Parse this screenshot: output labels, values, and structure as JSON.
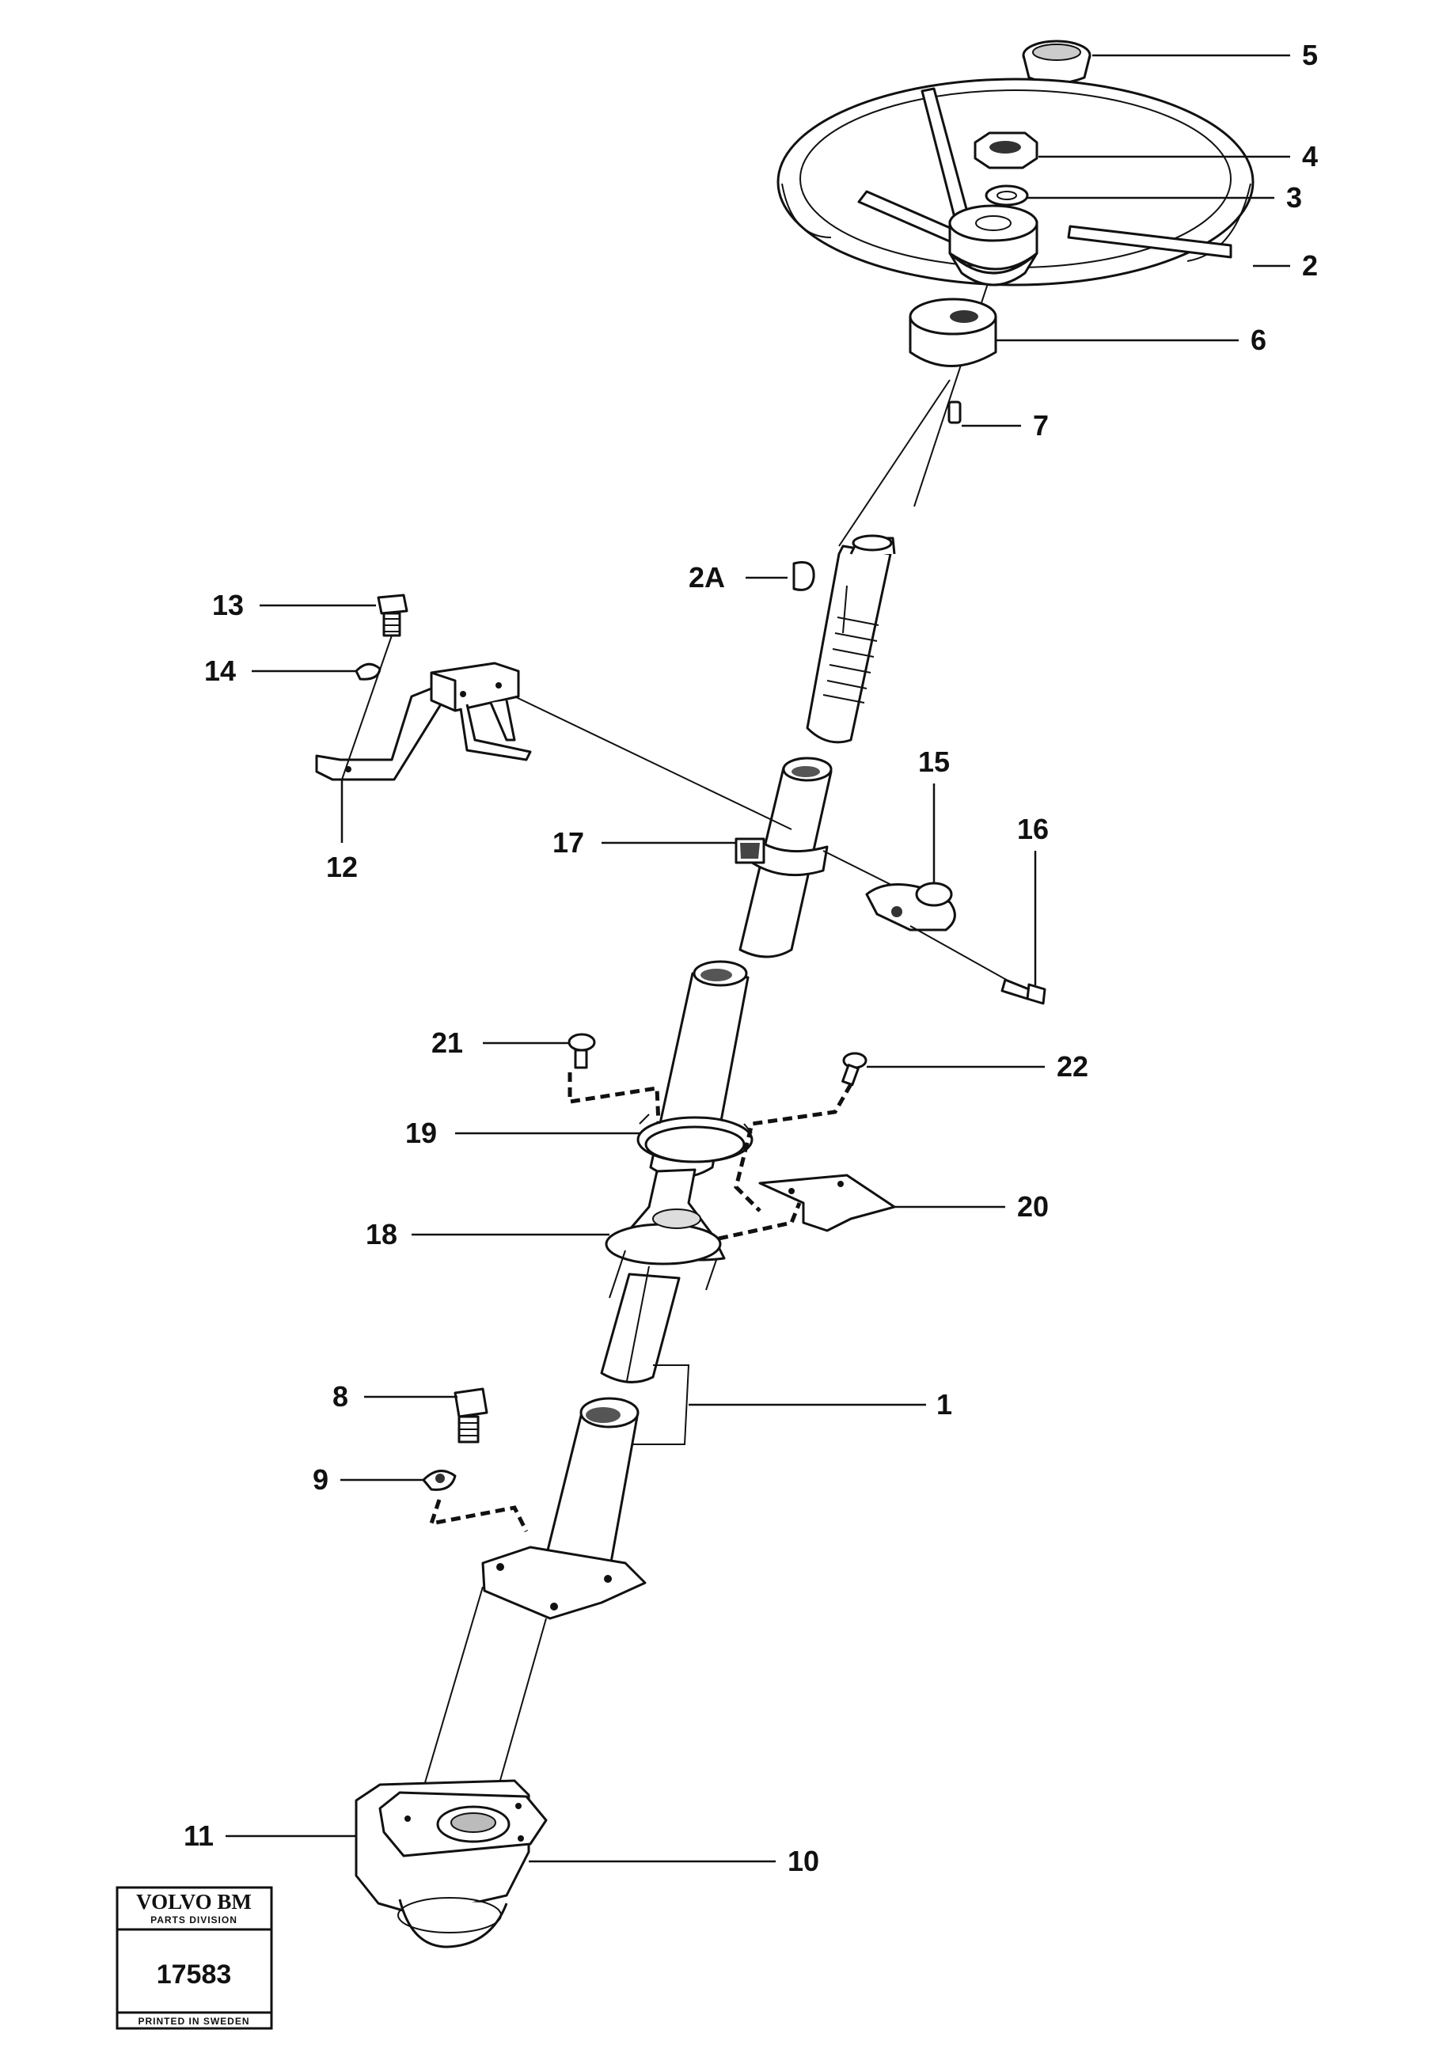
{
  "callouts": {
    "p1": "1",
    "p2": "2",
    "p2a": "2A",
    "p3": "3",
    "p4": "4",
    "p5": "5",
    "p6": "6",
    "p7": "7",
    "p8": "8",
    "p9": "9",
    "p10": "10",
    "p11": "11",
    "p12": "12",
    "p13": "13",
    "p14": "14",
    "p15": "15",
    "p16": "16",
    "p17": "17",
    "p18": "18",
    "p19": "19",
    "p20": "20",
    "p21": "21",
    "p22": "22"
  },
  "stamp": {
    "brand": "VOLVO BM",
    "division": "PARTS DIVISION",
    "number": "17583",
    "footer": "PRINTED IN SWEDEN"
  }
}
